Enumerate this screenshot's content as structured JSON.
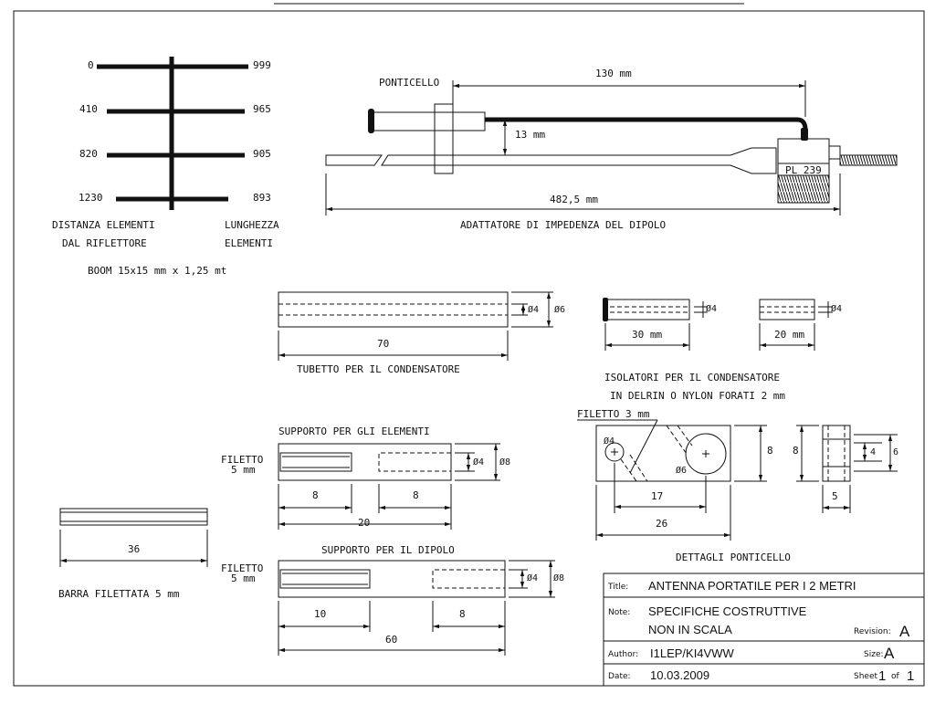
{
  "yagi": {
    "left_values": [
      "0",
      "410",
      "820",
      "1230"
    ],
    "right_values": [
      "999",
      "965",
      "905",
      "893"
    ],
    "label_left_1": "DISTANZA ELEMENTI",
    "label_left_2": "DAL RIFLETTORE",
    "label_right_1": "LUNGHEZZA",
    "label_right_2": "ELEMENTI",
    "boom": "BOOM  15x15 mm x 1,25 mt"
  },
  "adapter": {
    "ponticello": "PONTICELLO",
    "dim_130": "130 mm",
    "dim_13": "13 mm",
    "connector": "PL 239",
    "dim_482": "482,5 mm",
    "caption": "ADATTATORE DI IMPEDENZA DEL DIPOLO"
  },
  "tubetto": {
    "d_inner": "Ø4",
    "d_outer": "Ø6",
    "length": "70",
    "caption": "TUBETTO PER IL CONDENSATORE"
  },
  "isolatori": {
    "d1": "Ø4",
    "len1": "30 mm",
    "d2": "Ø4",
    "len2": "20 mm",
    "caption_1": "ISOLATORI  PER  IL CONDENSATORE",
    "caption_2": "IN DELRIN O NYLON  FORATI 2 mm"
  },
  "supporto_elementi": {
    "title": "SUPPORTO PER GLI ELEMENTI",
    "filetto_1": "FILETTO",
    "filetto_2": "5 mm",
    "d_inner": "Ø4",
    "d_outer": "Ø8",
    "dim_a": "8",
    "dim_b": "8",
    "dim_total": "20"
  },
  "supporto_dipolo": {
    "title": "SUPPORTO PER IL DIPOLO",
    "filetto_1": "FILETTO",
    "filetto_2": "5 mm",
    "d_inner": "Ø4",
    "d_outer": "Ø8",
    "dim_a": "10",
    "dim_b": "8",
    "dim_total": "60"
  },
  "barra": {
    "length": "36",
    "caption": "BARRA FILETTATA  5 mm"
  },
  "ponticello_detail": {
    "filetto": "FILETTO 3 mm",
    "hole_small": "Ø4",
    "hole_big": "Ø6",
    "height_front": "8",
    "height_side": "8",
    "dim_17": "17",
    "dim_26": "26",
    "side_4": "4",
    "side_6": "6",
    "side_5": "5",
    "caption": "DETTAGLI  PONTICELLO"
  },
  "title_block": {
    "title_label": "Title:",
    "title_value": "ANTENNA PORTATILE PER I 2 METRI",
    "note_label": "Note:",
    "note_value_1": "SPECIFICHE COSTRUTTIVE",
    "note_value_2": "NON IN SCALA",
    "revision_label": "Revision:",
    "revision_value": "A",
    "author_label": "Author:",
    "author_value": "I1LEP/KI4VWW",
    "size_label": "Size:",
    "size_value": "A",
    "date_label": "Date:",
    "date_value": "10.03.2009",
    "sheet_label": "Sheet",
    "sheet_num": "1",
    "sheet_of": "of",
    "sheet_total": "1"
  }
}
